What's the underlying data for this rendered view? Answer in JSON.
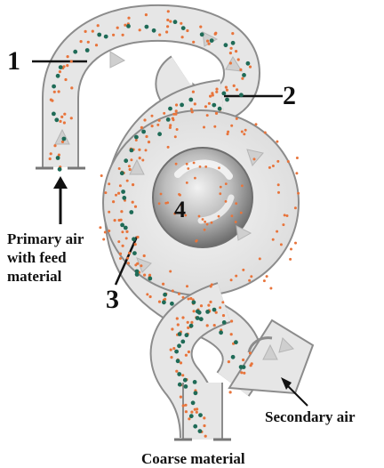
{
  "labels": {
    "callout_1": "1",
    "callout_2": "2",
    "callout_3": "3",
    "callout_4": "4",
    "primary_air": "Primary air\nwith feed\nmaterial",
    "secondary_air": "Secondary air",
    "coarse_material": "Coarse material"
  },
  "colors": {
    "pipe_fill": "#e6e6e6",
    "pipe_stroke": "#8c8c8c",
    "fine_particles": "#e8743b",
    "coarse_particles": "#1f6b57",
    "rotor": "#9a9a9a",
    "label_text": "#111111"
  }
}
